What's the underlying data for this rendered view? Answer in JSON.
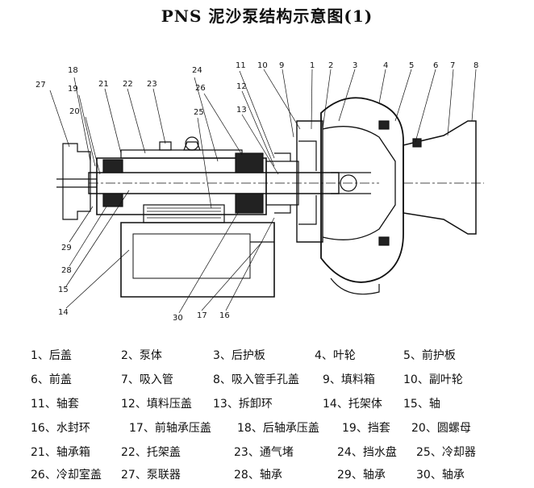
{
  "title": "PNS 泥沙泵结构示意图(1)",
  "callouts": [
    "1",
    "2",
    "3",
    "4",
    "5",
    "6",
    "7",
    "8",
    "9",
    "10",
    "11",
    "12",
    "13",
    "14",
    "15",
    "16",
    "17",
    "18",
    "19",
    "20",
    "21",
    "22",
    "23",
    "24",
    "25",
    "26",
    "27",
    "28",
    "29",
    "30"
  ],
  "legend": [
    [
      "1、后盖",
      "2、泵体",
      "3、后护板",
      "4、叶轮",
      "5、前护板"
    ],
    [
      "6、前盖",
      "7、吸入管",
      "8、吸入管手孔盖",
      "9、填料箱",
      "10、副叶轮"
    ],
    [
      "11、轴套",
      "12、填料压盖",
      "13、拆卸环",
      "14、托架体",
      "15、轴"
    ],
    [
      "16、水封环",
      "17、前轴承压盖",
      "18、后轴承压盖",
      "19、挡套",
      "20、圆螺母"
    ],
    [
      "21、轴承箱",
      "22、托架盖",
      "23、通气堵",
      "24、挡水盘",
      "25、冷却器"
    ],
    [
      "26、冷却室盖",
      "27、泵联器",
      "28、轴承",
      "29、轴承",
      "30、轴承"
    ]
  ]
}
